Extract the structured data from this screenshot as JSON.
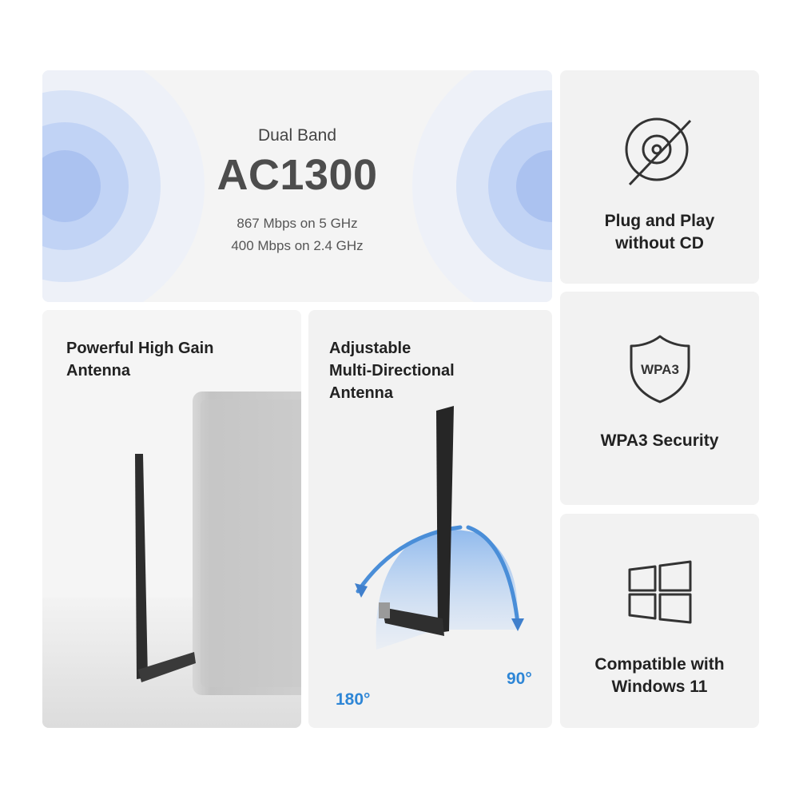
{
  "speed": {
    "band": "Dual Band",
    "model": "AC1300",
    "rate_5ghz": "867 Mbps on 5 GHz",
    "rate_24ghz": "400 Mbps on 2.4 GHz"
  },
  "features": {
    "plug": {
      "line1": "Plug and Play",
      "line2": "without CD",
      "icon": "no-cd-icon"
    },
    "wpa": {
      "badge": "WPA3",
      "label": "WPA3 Security",
      "icon": "shield-icon"
    },
    "windows": {
      "line1": "Compatible with",
      "line2": "Windows 11",
      "icon": "windows-icon"
    }
  },
  "gain_panel": {
    "line1": "Powerful High Gain",
    "line2": "Antenna"
  },
  "adjust_panel": {
    "line1": "Adjustable",
    "line2": "Multi-Directional",
    "line3": "Antenna",
    "angle_left": "180°",
    "angle_right": "90°"
  },
  "colors": {
    "accent_blue": "#2e86d6",
    "wave_blue": "#a9c3ef",
    "card_bg": "#f2f2f2",
    "text_dark": "#222222"
  }
}
